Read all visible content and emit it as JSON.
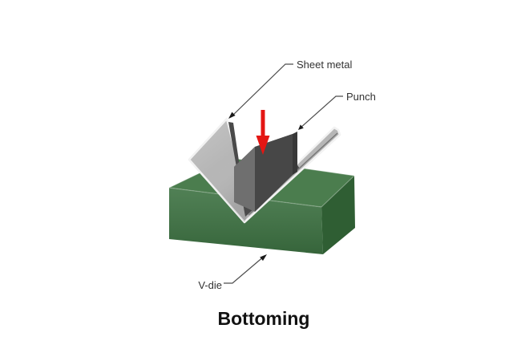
{
  "title": "Bottoming",
  "labels": {
    "sheet_metal": "Sheet metal",
    "punch": "Punch",
    "v_die": "V-die"
  },
  "icons": {
    "force_arrow": "red-down-arrow",
    "leader_arrowheads": "small-filled-arrowheads"
  },
  "colors": {
    "background": "#ffffff",
    "die_top": "#4b7d4e",
    "die_front": "#3d7242",
    "die_right": "#2f5e33",
    "die_edge_highlight": "rgba(255,255,255,0.28)",
    "sheet_body": "#b6b6b6",
    "sheet_outline": "#f2f2f2",
    "sheet_inner_shadow": "#4a4a4a",
    "sheet_strip_edge": "#787878",
    "punch_top": "#595959",
    "punch_front": "#474747",
    "punch_side": "#6f6f6f",
    "punch_end": "#383838",
    "force_arrow": "#e41613",
    "leader_line": "#4d4d4d",
    "leader_arrow": "#1a1a1a",
    "label_text": "#333333",
    "title_text": "#111111"
  }
}
